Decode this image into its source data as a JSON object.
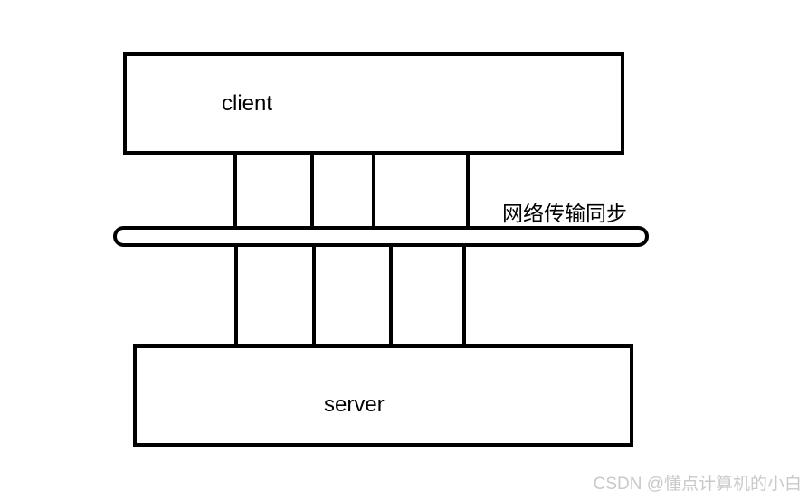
{
  "diagram": {
    "client_box_label": "client",
    "server_box_label": "server",
    "bus_label": "网络传输同步"
  },
  "watermark": "CSDN @懂点计算机的小白",
  "colors": {
    "line": "#000000",
    "background": "#ffffff",
    "watermark_text": "#c9c9c9"
  }
}
